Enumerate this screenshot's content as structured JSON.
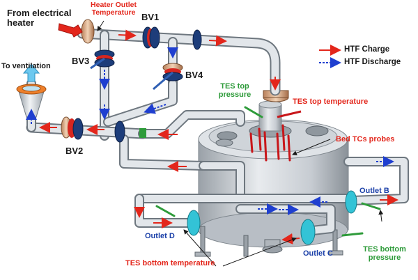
{
  "colors": {
    "charge": "#e3261b",
    "discharge": "#1f3fd0",
    "sensor_green": "#2e9b3a",
    "pipe": "#d7dde3",
    "tank": "#c9cfd6"
  },
  "labels": {
    "from_electrical_heater": "From electrical heater",
    "heater_outlet_temperature": "Heater Outlet Temperature",
    "bv1": "BV1",
    "bv2": "BV2",
    "bv3": "BV3",
    "bv4": "BV4",
    "to_ventilation": "To ventilation",
    "tes_top_pressure": "TES top pressure",
    "tes_top_temperature": "TES top temperature",
    "bed_tcs_probes": "Bed TCs probes",
    "outlet_a": "Outlet B",
    "outlet_b": "Outlet C",
    "outlet_d": "Outlet D",
    "tes_bottom_temperature": "TES bottom temperature",
    "tes_bottom_pressure": "TES bottom pressure"
  },
  "legend": {
    "charge": "HTF Charge",
    "discharge": "HTF Discharge"
  },
  "icons": {
    "inlet_arrow": "red-arrow-icon",
    "vent_arrow": "cyan-up-arrow-icon"
  }
}
